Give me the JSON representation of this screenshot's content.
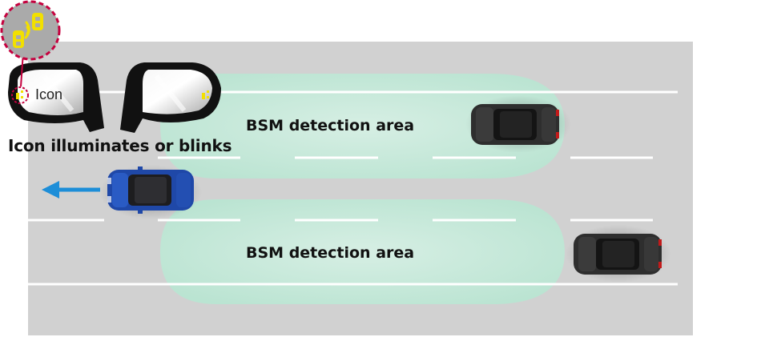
{
  "diagram": {
    "detection_area_label_top": "BSM detection area",
    "detection_area_label_bottom": "BSM detection area",
    "icon_label": "Icon",
    "caption": "Icon illuminates or blinks"
  },
  "colors": {
    "road": "#d1d1d1",
    "lane_marking": "#ffffff",
    "detection_area": "#bfe9d8",
    "own_car": "#1f48a8",
    "other_car": "#2e2e2e",
    "direction_arrow": "#1d8ed8",
    "indicator": "#f2e000",
    "highlight_ring": "#c5003e"
  },
  "icons": {
    "direction_arrow": "arrow-left-icon",
    "bsm_indicator": "blind-spot-indicator-icon"
  }
}
